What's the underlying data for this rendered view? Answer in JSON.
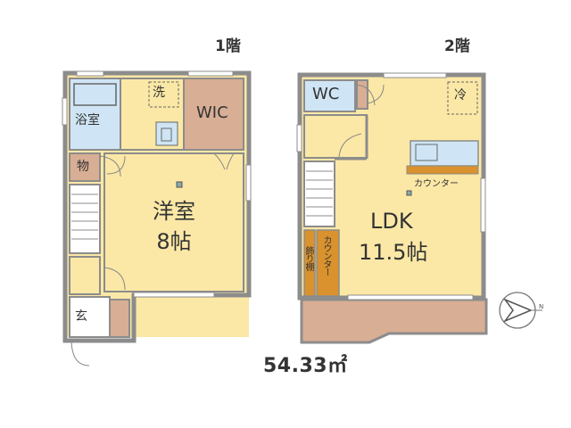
{
  "floor1": {
    "title": "1階",
    "rooms": {
      "bath": "浴室",
      "wash": "洗",
      "wic": "WIC",
      "storage": "物",
      "western_name": "洋室",
      "western_size": "8帖",
      "entrance": "玄"
    }
  },
  "floor2": {
    "title": "2階",
    "rooms": {
      "wc": "WC",
      "fridge": "冷",
      "counter_kitchen": "カウンター",
      "ldk_name": "LDK",
      "ldk_size": "11.5帖",
      "display_shelf": "飾り棚",
      "counter_side": "カウンター"
    }
  },
  "total_area": "54.33㎡",
  "colors": {
    "wall": "#8c8c8c",
    "floor_room": "#fbe8a6",
    "bath_blue": "#cfe5f5",
    "brown": "#d8ae94",
    "counter_orange": "#d9922d",
    "stair": "#ffffff"
  },
  "icons": [
    "compass-north-icon"
  ]
}
